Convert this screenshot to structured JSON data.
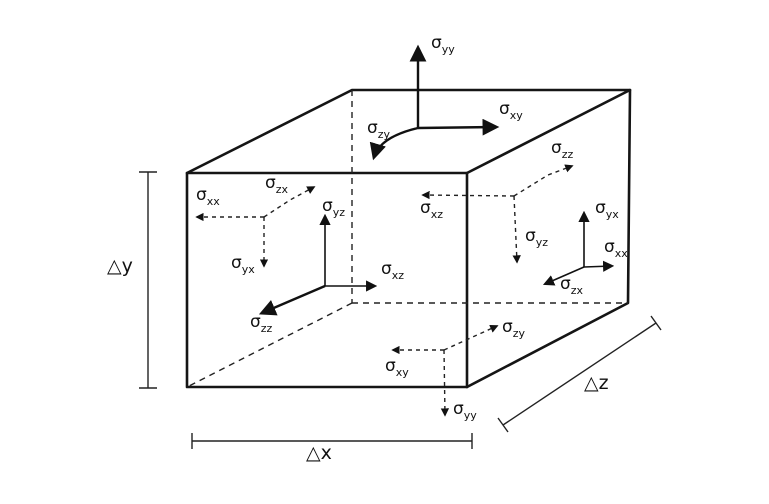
{
  "diagram": {
    "dimensions": {
      "dx": "△x",
      "dy": "△y",
      "dz": "△z"
    },
    "stresses": {
      "top_yy": {
        "base": "σ",
        "sub": "yy"
      },
      "top_xy": {
        "base": "σ",
        "sub": "xy"
      },
      "top_zy": {
        "base": "σ",
        "sub": "zy"
      },
      "right_zz": {
        "base": "σ",
        "sub": "zz"
      },
      "right_xz": {
        "base": "σ",
        "sub": "xz"
      },
      "right_yz": {
        "base": "σ",
        "sub": "yz"
      },
      "right_yx": {
        "base": "σ",
        "sub": "yx"
      },
      "right_xx": {
        "base": "σ",
        "sub": "xx"
      },
      "right_zx": {
        "base": "σ",
        "sub": "zx"
      },
      "left_xx": {
        "base": "σ",
        "sub": "xx"
      },
      "left_zx": {
        "base": "σ",
        "sub": "zx"
      },
      "left_yx": {
        "base": "σ",
        "sub": "yx"
      },
      "front_yz": {
        "base": "σ",
        "sub": "yz"
      },
      "front_xz": {
        "base": "σ",
        "sub": "xz"
      },
      "front_zz": {
        "base": "σ",
        "sub": "zz"
      },
      "bottom_zy": {
        "base": "σ",
        "sub": "zy"
      },
      "bottom_xy": {
        "base": "σ",
        "sub": "xy"
      },
      "bottom_yy": {
        "base": "σ",
        "sub": "yy"
      }
    }
  }
}
